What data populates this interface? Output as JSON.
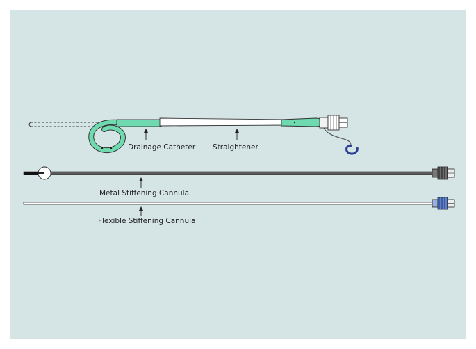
{
  "labels": {
    "drainage_catheter": "Drainage Catheter",
    "straightener": "Straightener",
    "metal_cannula": "Metal Stiffening Cannula",
    "flexible_cannula": "Flexible Stiffening Cannula"
  },
  "colors": {
    "background": "#d5e4e5",
    "catheter_green": "#6fd9b0",
    "outline": "#333333",
    "straightener_body": "#ffffff",
    "metal_shaft": "#5a5a5a",
    "luer_blue": "#3b5ca8",
    "hook_blue": "#2c3f94"
  }
}
